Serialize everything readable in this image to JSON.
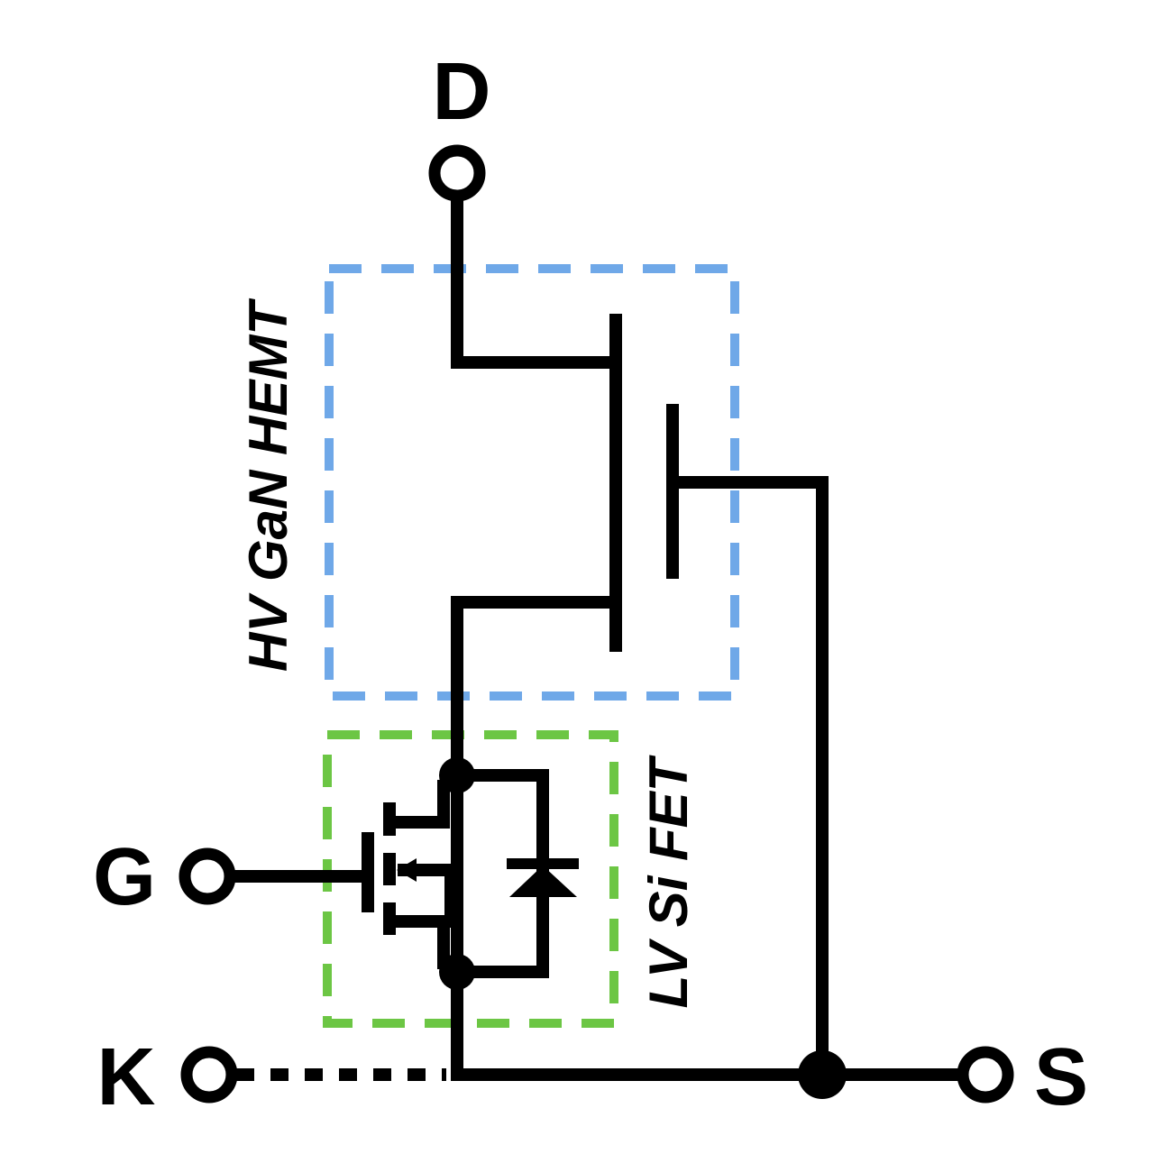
{
  "terminals": {
    "drain": "D",
    "gate": "G",
    "kelvin": "K",
    "source": "S"
  },
  "groups": {
    "hemt": {
      "label": "HV GaN HEMT",
      "color": "#6fa8e8"
    },
    "fet": {
      "label": "LV Si FET",
      "color": "#6cc644"
    }
  },
  "colors": {
    "wire": "#000000",
    "background": "#ffffff"
  }
}
